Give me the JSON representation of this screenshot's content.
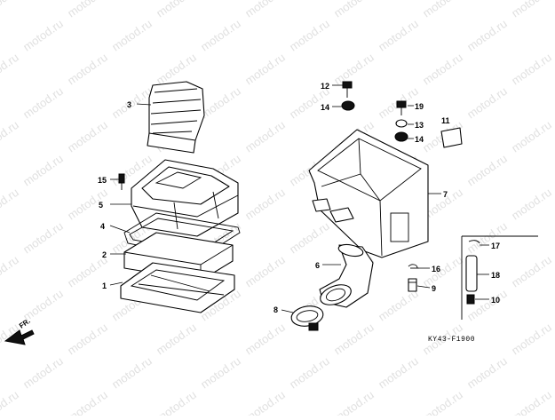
{
  "diagram": {
    "code": "KY43-F1900",
    "direction_label": "FR.",
    "watermark_text": "motod.ru",
    "callouts": [
      "1",
      "2",
      "3",
      "4",
      "5",
      "6",
      "7",
      "8",
      "9",
      "10",
      "11",
      "12",
      "13",
      "14",
      "14",
      "15",
      "16",
      "17",
      "18",
      "19"
    ]
  }
}
